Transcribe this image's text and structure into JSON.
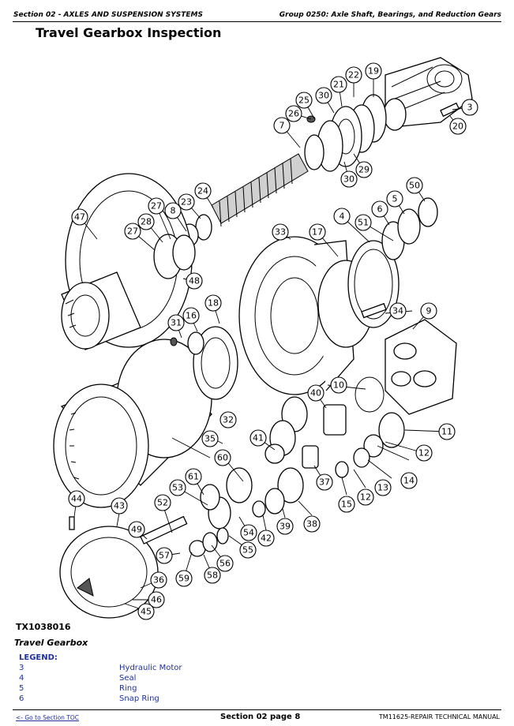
{
  "header": {
    "section": "Section 02 - AXLES AND SUSPENSION SYSTEMS",
    "group": "Group 0250: Axle Shaft, Bearings, and Reduction Gears"
  },
  "title": "Travel Gearbox Inspection",
  "figure": {
    "id": "TX1038016",
    "caption": "Travel Gearbox",
    "callouts": [
      "3",
      "4",
      "5",
      "6",
      "7",
      "8",
      "9",
      "10",
      "11",
      "12",
      "13",
      "14",
      "15",
      "16",
      "17",
      "18",
      "19",
      "20",
      "21",
      "22",
      "23",
      "24",
      "25",
      "26",
      "27",
      "28",
      "29",
      "30",
      "31",
      "32",
      "33",
      "34",
      "35",
      "36",
      "37",
      "38",
      "39",
      "40",
      "41",
      "42",
      "43",
      "44",
      "45",
      "46",
      "47",
      "48",
      "49",
      "50",
      "51",
      "52",
      "53",
      "54",
      "55",
      "56",
      "57",
      "58",
      "59",
      "60",
      "61"
    ]
  },
  "legend": {
    "heading": "LEGEND:",
    "items": [
      {
        "num": "3",
        "desc": "Hydraulic Motor"
      },
      {
        "num": "4",
        "desc": "Seal"
      },
      {
        "num": "5",
        "desc": "Ring"
      },
      {
        "num": "6",
        "desc": "Snap Ring"
      }
    ]
  },
  "footer": {
    "toc_link": "<- Go to Section TOC",
    "page": "Section 02 page 8",
    "manual": "TM11625-REPAIR TECHNICAL MANUAL"
  }
}
